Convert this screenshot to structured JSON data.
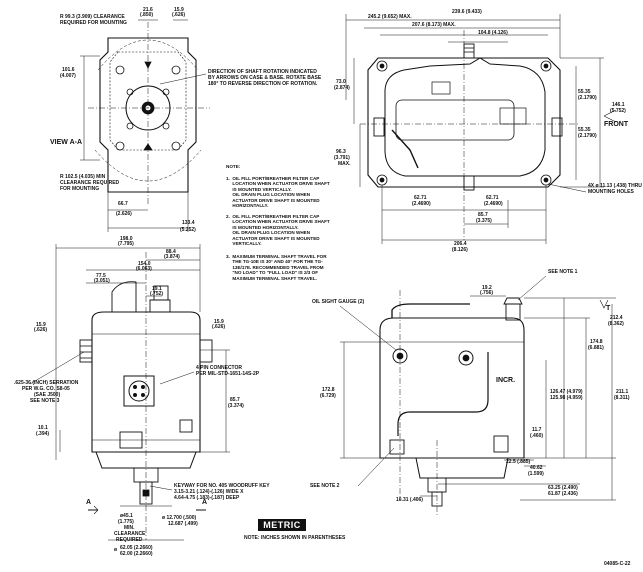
{
  "view_a": {
    "title": "VIEW A-A",
    "dim_21_6": "21.6",
    "dim_21_6_in": "(.850)",
    "dim_15_9": "15.9",
    "dim_15_9_in": "(.626)",
    "clearance_top_1": "R 99.3 (3.909) CLEARANCE",
    "clearance_top_2": "REQUIRED FOR MOUNTING",
    "dim_101_6": "101.6",
    "dim_101_6_in": "(4.007)",
    "clearance_bot_1": "R 102.5 (4.035) MIN",
    "clearance_bot_2": "CLEARANCE REQUIRED",
    "clearance_bot_3": "FOR MOUNTING",
    "dim_66_7": "66.7",
    "dim_66_7_in": "(2.626)",
    "dim_133_4": "133.4",
    "dim_133_4_in": "(5.252)",
    "rotation_1": "DIRECTION OF SHAFT ROTATION INDICATED",
    "rotation_2": "BY ARROWS ON CASE & BASE. ROTATE BASE",
    "rotation_3": "180° TO REVERSE DIRECTION OF ROTATION."
  },
  "top_view": {
    "dim_245": "245.2 (9.652) MAX.",
    "dim_239": "239.6 (9.433)",
    "dim_207": "207.6 (8.173) MAX.",
    "dim_104": "104.8 (4.126)",
    "dim_73": "73.0",
    "dim_73_in": "(2.874)",
    "dim_55_1": "55.35",
    "dim_55_1_in": "(2.1790)",
    "dim_55_2": "55.35",
    "dim_55_2_in": "(2.1790)",
    "dim_146": "146.1",
    "dim_146_in": "(5.752)",
    "front": "FRONT",
    "dim_96": "96.3",
    "dim_96_in": "(3.791)",
    "dim_96_max": "MAX.",
    "dim_62_a": "62.71",
    "dim_62_a_in": "(2.4690)",
    "dim_62_b": "62.71",
    "dim_62_b_in": "(2.4690)",
    "dim_85": "85.7",
    "dim_85_in": "(3.375)",
    "dim_206": "206.4",
    "dim_206_in": "(8.126)",
    "holes_1": "4X ø 11.13 (.438) THRU",
    "holes_2": "MOUNTING HOLES"
  },
  "notes": {
    "heading": "NOTE:",
    "n1": "1.  OIL FILL PORT/BREATHER FILTER CAP\n     LOCATION WHEN ACTUATOR DRIVE SHAFT\n     IS MOUNTED VERTICALLY.\n     OIL DRAIN PLUG LOCATION WHEN\n     ACTUATOR DRIVE SHAFT IS MOUNTED\n     HORIZONTALLY.",
    "n2": "2.  OIL FILL PORT/BREATHER FILTER CAP\n     LOCATION WHEN ACTUATOR DRIVE SHAFT\n     IS MOUNTED HORIZONTALLY.\n     OIL DRAIN PLUG LOCATION WHEN\n     ACTUATOR DRIVE SHAFT IS MOUNTED\n     VERTICALLY.",
    "n3": "3.  MAXIMUM TERMINAL SHAFT TRAVEL FOR\n     THE TG-10E IS 30° AND 40° FOR THE TG-\n     13E/17E. RECOMMENDED TRAVEL FROM\n     \"NO LOAD\" TO \"FULL LOAD\" IS 2/3 OF\n     MAXIMUM TERMINAL SHAFT TRAVEL."
  },
  "front_view": {
    "dim_198": "198.0",
    "dim_198_in": "(7.795)",
    "dim_88_4": "88.4",
    "dim_88_4_in": "(3.874)",
    "dim_154": "154.0",
    "dim_154_in": "(6.063)",
    "dim_77_5": "77.5",
    "dim_77_5_in": "(3.051)",
    "dim_19_1": "19.1",
    "dim_19_1_in": "(.752)",
    "dim_15_9_l": "15.9",
    "dim_15_9_l_in": "(.626)",
    "dim_15_9_r": "15.9",
    "dim_15_9_r_in": "(.626)",
    "serration_1": ".625-36 (INCH) SERRATION",
    "serration_2": "PER W.G. CO. S8-05",
    "serration_3": "(SAE J500)",
    "serration_4": "SEE NOTE 3",
    "connector_1": "4 PIN CONNECTOR",
    "connector_2": "PER MIL-STD-1651-14S-2P",
    "dim_85_7": "85.7",
    "dim_85_7_in": "(3.374)",
    "dim_10_1": "10.1",
    "dim_10_1_in": "(.394)",
    "keyway_1": "KEYWAY FOR NO. 405 WOODRUFF KEY",
    "keyway_2": "3.15-3.21 (.124)-(.126) WIDE X",
    "keyway_3": "4.64-4.75 (.183)-(.187) DEEP",
    "section_a1": "A",
    "section_a2": "A",
    "dim_45": "ø45.1",
    "dim_45_in": "(1.775)",
    "dim_45_min": "MIN.",
    "dim_45_cl1": "CLEARANCE",
    "dim_45_cl2": "REQUIRED",
    "dim_12_1": "ø 12.700 (.500)",
    "dim_12_2": "12.687 (.499)",
    "dim_62_1": "62.05 (2.2660)",
    "dim_62_2": "62.00 (2.2660)",
    "dim_62_pre": "ø"
  },
  "side_view": {
    "oil_gauge": "OIL SIGHT GAUGE (2)",
    "see_note_1": "SEE NOTE 1",
    "see_note_2": "SEE NOTE 2",
    "dim_19_2": "19.2",
    "dim_19_2_in": "(.756)",
    "dim_212": "212.4",
    "dim_212_in": "(8.362)",
    "dim_174": "174.8",
    "dim_174_in": "(6.881)",
    "dim_172": "172.8",
    "dim_172_in": "(6.729)",
    "dim_126_1": "126.47 (4.979)",
    "dim_126_2": "125.98 (4.959)",
    "dim_211": "211.1",
    "dim_211_in": "(8.311)",
    "dim_11_7": "11.7",
    "dim_11_7_in": "(.460)",
    "dim_22_5": "22.5 (.885)",
    "dim_40_6": "40.62",
    "dim_40_6_in": "(1.599)",
    "dim_63_1": "63.25 (2.490)",
    "dim_63_2": "61.87 (2.436)",
    "dim_10_3": "10.31 (.406)",
    "incr": "INCR.",
    "t_mark": "T"
  },
  "footer": {
    "metric": "METRIC",
    "note_inches": "NOTE: INCHES SHOWN IN PARENTHESES",
    "drawing_no": "04085-C-22"
  }
}
